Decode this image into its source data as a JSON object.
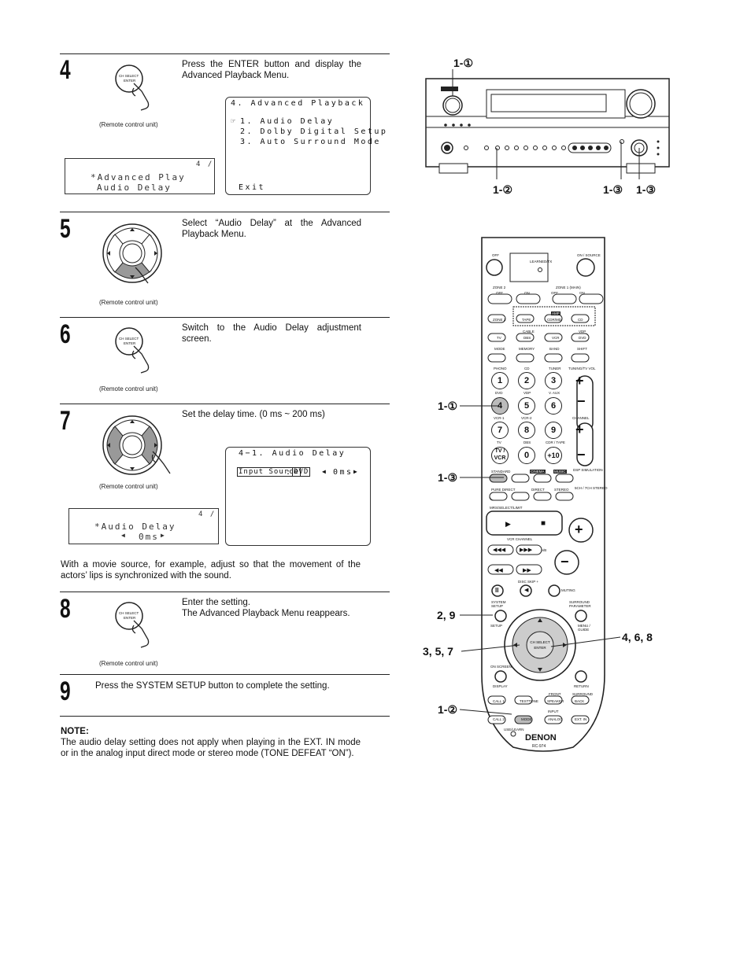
{
  "steps": [
    {
      "num": "4",
      "text": "Press the ENTER button and display the Advanced Playback Menu.",
      "caption": "(Remote control unit)"
    },
    {
      "num": "5",
      "text": "Select “Audio Delay” at the Advanced Playback Menu.",
      "caption": "(Remote control unit)"
    },
    {
      "num": "6",
      "text": "Switch to the Audio Delay adjustment screen.",
      "caption": "(Remote control unit)"
    },
    {
      "num": "7",
      "text": "Set the delay time. (0 ms ~ 200 ms)",
      "caption": "(Remote control unit)"
    },
    {
      "num": "8",
      "text1": "Enter the setting.",
      "text2": "The Advanced Playback Menu reappears.",
      "caption": "(Remote control unit)"
    },
    {
      "num": "9",
      "text": "Press the SYSTEM SETUP button to complete the setting."
    }
  ],
  "button_label": {
    "line1": "CH SELECT",
    "line2": "ENTER"
  },
  "lcd4": {
    "right": "4 /",
    "line1": "*Advanced Play",
    "line2": "Audio Delay"
  },
  "osd4": {
    "title": "4. Advanced Playback",
    "item1": "1. Audio Delay",
    "item2": "2. Dolby Digital Setup",
    "item3": "3. Auto Surround Mode",
    "exit": "Exit"
  },
  "osd7": {
    "title": "4−1. Audio Delay",
    "field": "Input Source",
    "sep": ":",
    "value": "DVD",
    "delay": "0ms"
  },
  "lcd7": {
    "right": "4 /",
    "line1": "*Audio Delay",
    "line2": "0ms"
  },
  "movie_note": "With a movie source, for example, adjust so that the movement of the actors’ lips is synchronized with the sound.",
  "note": {
    "heading": "NOTE:",
    "body": "The audio delay setting does not apply when playing in the EXT. IN mode or in the analog input direct mode or stereo mode (TONE DEFEAT “ON”)."
  },
  "receiver_labels": {
    "top": "1-①",
    "bottom_left": "1-②",
    "bottom_mid": "1-③",
    "bottom_right": "1-③"
  },
  "remote_labels": {
    "l1": "1-①",
    "l3": "1-③",
    "l29": "2, 9",
    "l357": "3, 5, 7",
    "l2": "1-②",
    "r468": "4, 6, 8"
  },
  "remote": {
    "brand": "DENON",
    "model": "RC-974",
    "learned": "LEARNED/TX",
    "off": "OFF",
    "on_source": "ON / SOURCE",
    "zone2": "ZONE 2",
    "zone1": "ZONE 1 (MAIN)",
    "off2": "OFF",
    "on2": "ON",
    "off3": "OFF",
    "on3": "ON",
    "zone2b": "ZONE 2",
    "tape": "TAPE",
    "amp": "AMP",
    "cdrmd": "CDR/MD",
    "cd": "CD",
    "cable": "CABLE",
    "vdp": "VDP",
    "tv": "TV",
    "dbs": "DBS",
    "vcr": "VCR",
    "dvd": "DVD",
    "mode": "MODE",
    "memory": "MEMORY",
    "band": "BAND",
    "shift": "SHIFT",
    "phono": "PHONO",
    "cd2": "CD",
    "tuner": "TUNER",
    "tuning": "TUNING/TV VOL",
    "dvd2": "DVD",
    "vdp2": "VDP",
    "vaux": "V. AUX",
    "vcr1": "VCR-1",
    "vcr2": "VCR-2",
    "channel": "CHANNEL",
    "tv2": "TV",
    "dbs2": "DBS",
    "cdrtape": "CDR / TAPE",
    "standard": "STANDARD",
    "cinema": "CINEMA",
    "music": "MUSIC",
    "dsp": "DSP SIMULATION",
    "pure": "PURE DIRECT",
    "direct": "DIRECT",
    "stereo": "STEREO",
    "ch5": "5CH / 7CH STEREO",
    "mrs": "MRS/SELECT/LIMIT",
    "vcrch": "VCR CHANNEL",
    "ab": "A/B",
    "discskip": "DISC SKIP +",
    "muting": "MUTING",
    "system_setup": "SYSTEM SETUP",
    "setup": "SETUP",
    "surr_param": "SURROUND PARAMETER",
    "menu_guide": "MENU / GUIDE",
    "on_screen": "ON SCREEN",
    "display": "DISPLAY",
    "return": "RETURN",
    "front": "FRONT",
    "surround": "SURROUND",
    "input": "INPUT",
    "call1": "CALL 1",
    "tone": "TESTTONE",
    "speaker": "SPEAKER",
    "back": "BACK",
    "call2": "CALL 2",
    "mode2": "MODE",
    "analog": "ANALOG",
    "extin": "EXT. IN",
    "uselearn": "USE/LEARN",
    "k1": "1",
    "k2": "2",
    "k3": "3",
    "k4": "4",
    "k5": "5",
    "k6": "6",
    "k7": "7",
    "k8": "8",
    "k9": "9",
    "k0": "0",
    "k10": "+10",
    "ktvvcr": "TV / VCR"
  }
}
